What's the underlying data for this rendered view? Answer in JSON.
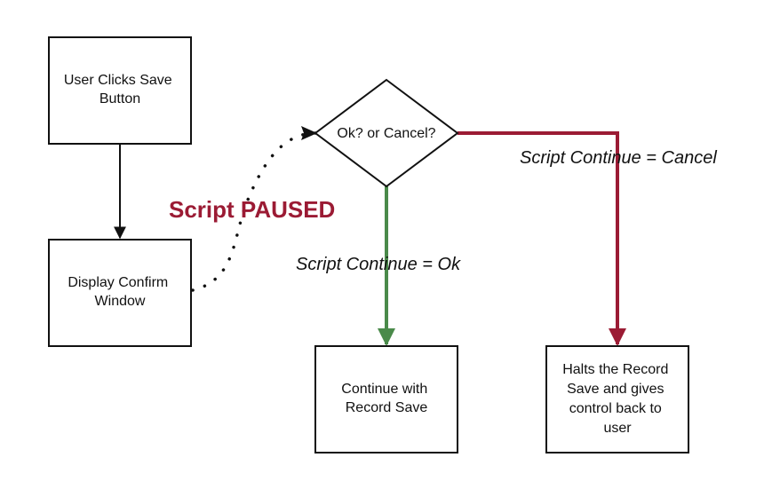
{
  "colors": {
    "node_stroke": "#111111",
    "ok_path": "#4a8a4a",
    "cancel_path": "#9b1b34",
    "paused_text": "#9b1b34",
    "dotted_path": "#111111"
  },
  "nodes": {
    "user_clicks_save": [
      "User Clicks Save",
      "Button"
    ],
    "display_confirm": [
      "Display Confirm",
      "Window"
    ],
    "decision": [
      "Ok? or Cancel?"
    ],
    "continue_save": [
      "Continue with",
      "Record Save"
    ],
    "halts_save": [
      "Halts the Record",
      "Save and gives",
      "control back to",
      "user"
    ]
  },
  "labels": {
    "paused": "Script PAUSED",
    "continue_ok": "Script Continue = Ok",
    "continue_cancel": "Script Continue = Cancel"
  }
}
